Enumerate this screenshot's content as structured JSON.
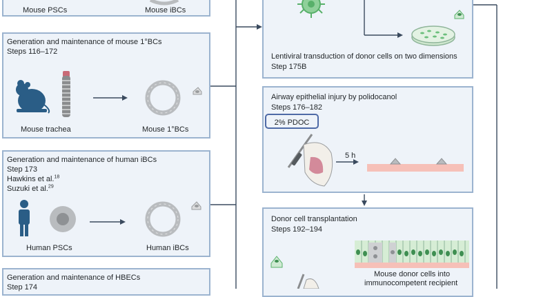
{
  "panels": {
    "top_left": {
      "cap_left": "Mouse PSCs",
      "cap_right": "Mouse iBCs"
    },
    "mouse_1bc": {
      "title": "Generation and maintenance of mouse 1°BCs",
      "steps": "Steps 116–172",
      "cap_left": "Mouse trachea",
      "cap_right": "Mouse 1°BCs"
    },
    "human_ibc": {
      "title": "Generation and maintenance of human iBCs",
      "steps": "Step 173",
      "ref1": "Hawkins et al.",
      "ref1_sup": "18",
      "ref2": "Suzuki et al.",
      "ref2_sup": "29",
      "cap_left": "Human PSCs",
      "cap_right": "Human iBCs"
    },
    "hbec": {
      "title": "Generation and maintenance of HBECs",
      "steps": "Step 174"
    },
    "lentiviral": {
      "title": "Lentiviral transduction of donor cells on two dimensions",
      "steps": "Step 175B"
    },
    "injury": {
      "title": "Airway epithelial injury by polidocanol",
      "steps": "Steps 176–182",
      "badge": "2% PDOC",
      "time": "5 h"
    },
    "transplant": {
      "title": "Donor cell transplantation",
      "steps": "Steps 192–194",
      "cap_line1": "Mouse donor cells into",
      "cap_line2": "immunocompetent recipient"
    }
  },
  "colors": {
    "panel_fill": "#eef3f9",
    "panel_border": "#9bb3cf",
    "connector": "#3a4a5e",
    "mouse_blue": "#2a5d86",
    "cell_gray": "#b9bcbf",
    "virus_green": "#58b06a",
    "tissue_pink": "#f6c0b8",
    "badge_border": "#4e6aa6"
  }
}
